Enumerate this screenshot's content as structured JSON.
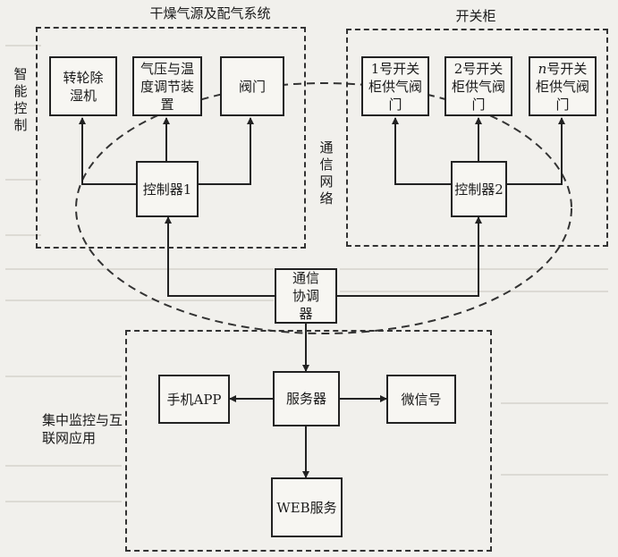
{
  "dry_air_system": {
    "title": "干燥气源及配气系统",
    "side_label": "智能控制",
    "dehumidifier": "转轮除湿机",
    "pressure_temp": "气压与温度调节装置",
    "valve": "阀门",
    "controller": "控制器1"
  },
  "switchgear": {
    "title": "开关柜",
    "cab1": "1号开关柜供气阀门",
    "cab2": "2号开关柜供气阀门",
    "cabn_prefix": "n",
    "cabn": "号开关柜供气阀门",
    "controller": "控制器2"
  },
  "network": {
    "label": "通信网络",
    "coordinator": "通信协调器"
  },
  "monitoring": {
    "title": "集中监控与互联网应用",
    "mobile_app": "手机APP",
    "server": "服务器",
    "wechat": "微信号",
    "web": "WEB服务"
  }
}
